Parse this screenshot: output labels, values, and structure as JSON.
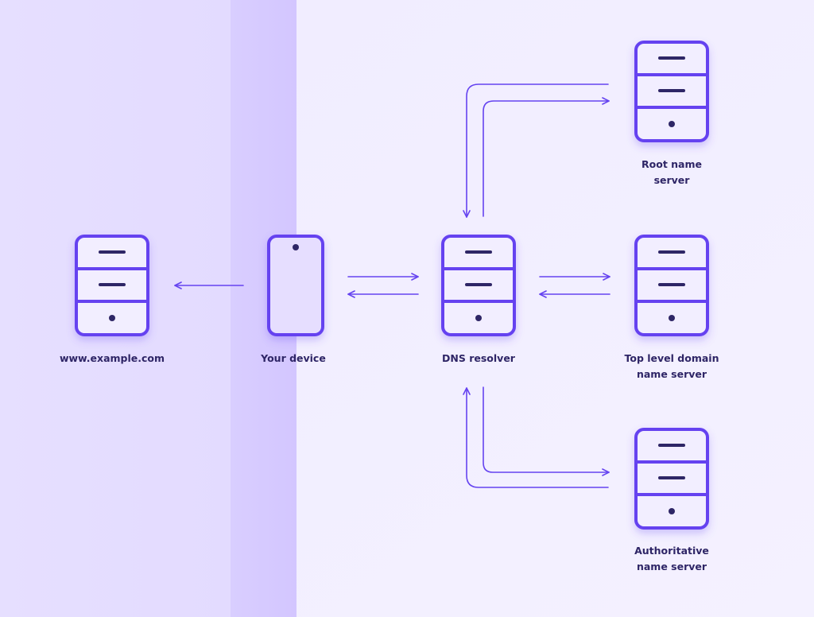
{
  "colors": {
    "accent": "#6543F0",
    "dark": "#2E2566",
    "background": "#EFEBFF",
    "left_panel": "#E4DCFF",
    "device_band": "#D6CAFF",
    "label_text": "#2E2566"
  },
  "nodes": {
    "website": {
      "icon": "server-icon",
      "label_lines": [
        "www.example.com"
      ]
    },
    "device": {
      "icon": "phone-icon",
      "label_lines": [
        "Your device"
      ]
    },
    "resolver": {
      "icon": "server-icon",
      "label_lines": [
        "DNS resolver"
      ]
    },
    "root": {
      "icon": "server-icon",
      "label_lines": [
        "Root name",
        "server"
      ]
    },
    "tld": {
      "icon": "server-icon",
      "label_lines": [
        "Top level domain",
        "name server"
      ]
    },
    "authoritative": {
      "icon": "server-icon",
      "label_lines": [
        "Authoritative",
        "name server"
      ]
    }
  }
}
